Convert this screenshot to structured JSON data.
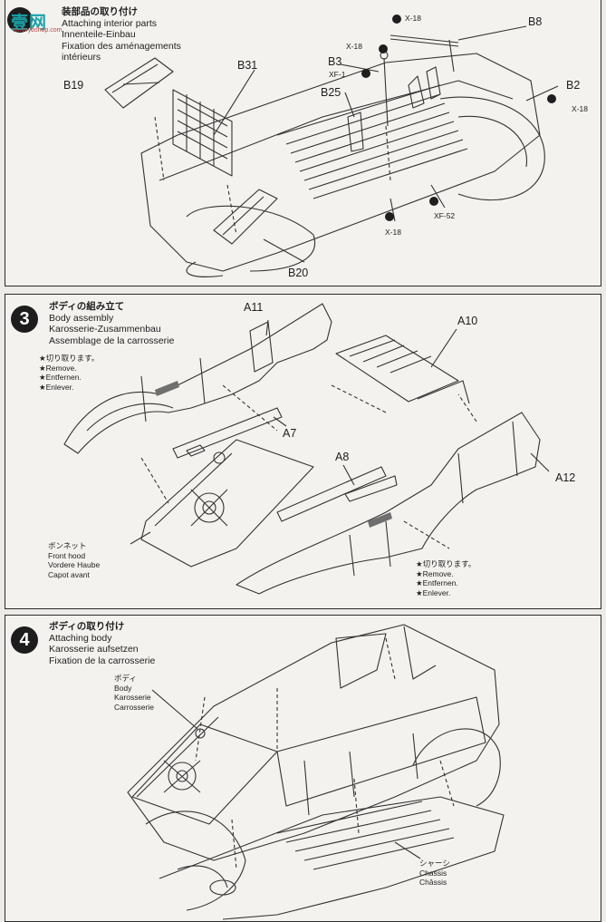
{
  "watermark": {
    "brand": "壹网",
    "site": "www.ybshop.com"
  },
  "step2": {
    "title_jp": "装部品の取り付け",
    "title_en": "Attaching interior parts",
    "title_de": "Innenteile-Einbau",
    "title_fr1": "Fixation des aménagements",
    "title_fr2": "intérieurs",
    "labels": {
      "x18_top": "X-18",
      "b8": "B8",
      "x18_left": "X-18",
      "b31": "B31",
      "b3": "B3",
      "xf1": "XF-1",
      "b19": "B19",
      "b25": "B25",
      "b2": "B2",
      "x18_right": "X-18",
      "xf52": "XF-52",
      "x18_bottom": "X-18",
      "b20": "B20"
    }
  },
  "step3": {
    "number": "3",
    "title_jp": "ボディの組み立て",
    "title_en": "Body assembly",
    "title_de": "Karosserie-Zusammenbau",
    "title_fr": "Assemblage de la carrosserie",
    "labels": {
      "a11": "A11",
      "a10": "A10",
      "a7": "A7",
      "a8": "A8",
      "a12": "A12"
    },
    "note_left": {
      "jp": "★切り取ります。",
      "en": "★Remove.",
      "de": "★Entfernen.",
      "fr": "★Enlever."
    },
    "note_right": {
      "jp": "★切り取ります。",
      "en": "★Remove.",
      "de": "★Entfernen.",
      "fr": "★Enlever."
    },
    "hood": {
      "jp": "ボンネット",
      "en": "Front hood",
      "de": "Vordere Haube",
      "fr": "Capot avant"
    }
  },
  "step4": {
    "number": "4",
    "title_jp": "ボディの取り付け",
    "title_en": "Attaching body",
    "title_de": "Karosserie aufsetzen",
    "title_fr": "Fixation de la carrosserie",
    "body": {
      "jp": "ボディ",
      "en": "Body",
      "de": "Karosserie",
      "fr": "Carrosserie"
    },
    "chassis": {
      "jp": "シャーシ",
      "en": "Chassis",
      "fr": "Châssis"
    }
  }
}
